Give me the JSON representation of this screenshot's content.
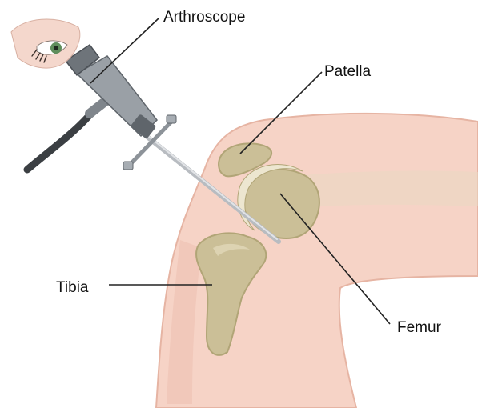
{
  "labels": {
    "arthroscope": "Arthroscope",
    "patella": "Patella",
    "tibia": "Tibia",
    "femur": "Femur"
  },
  "colors": {
    "skin": "#f6d3c6",
    "skin_shadow": "#e6b4a3",
    "bone": "#cbbf97",
    "bone_light": "#ddd3b2",
    "bone_outline": "#b1a577",
    "scope_metal": "#9aa0a6",
    "scope_dark": "#5f656b",
    "cable": "#3b3f43",
    "leader_line": "#222222"
  },
  "icons": {
    "eye": "human-eye",
    "instrument": "arthroscope"
  }
}
